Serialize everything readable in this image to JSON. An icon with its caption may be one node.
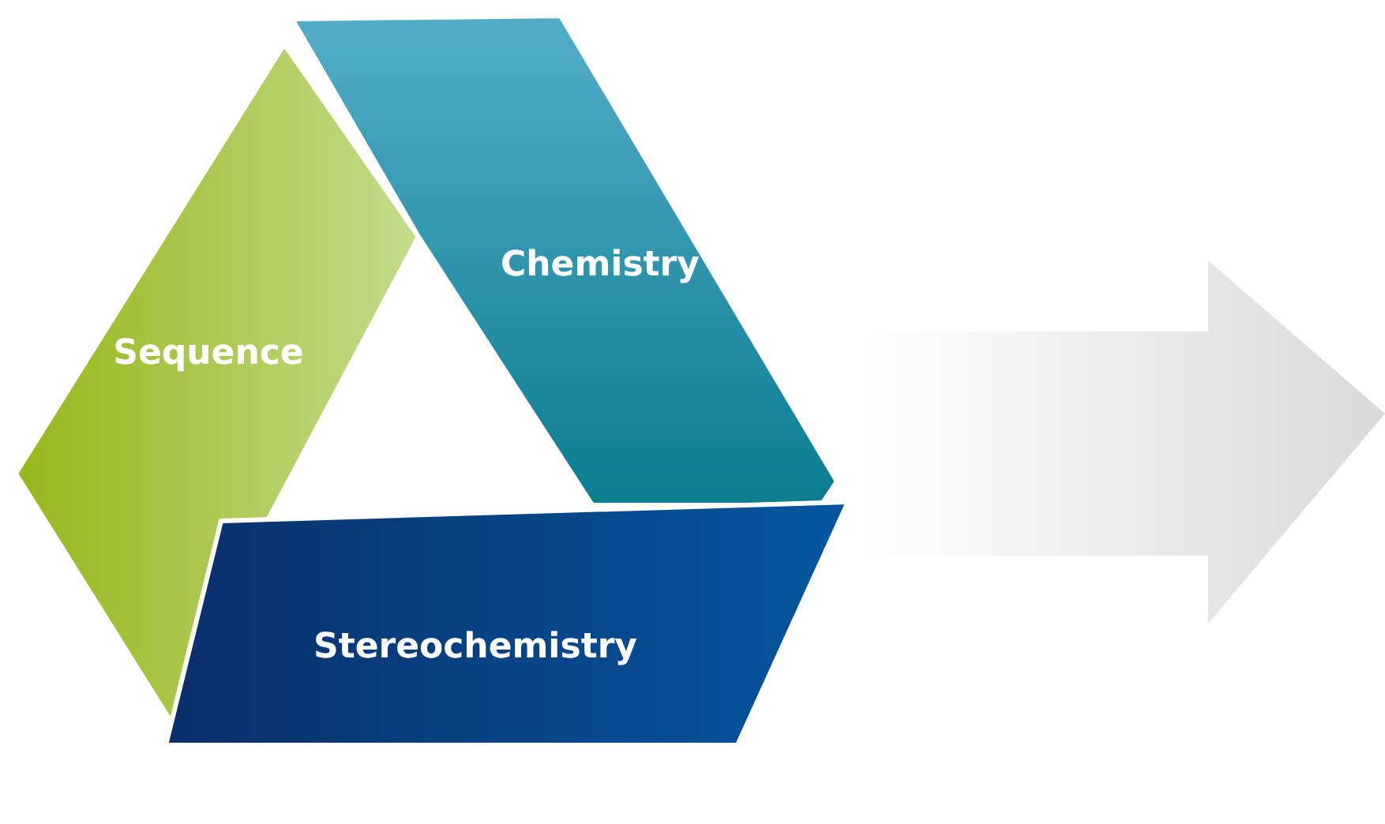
{
  "diagram": {
    "nodes": [
      {
        "text": [
          "Sequence"
        ]
      },
      {
        "text": [
          "Chemistry"
        ]
      },
      {
        "text": [
          "Stereochemistry"
        ]
      }
    ]
  }
}
